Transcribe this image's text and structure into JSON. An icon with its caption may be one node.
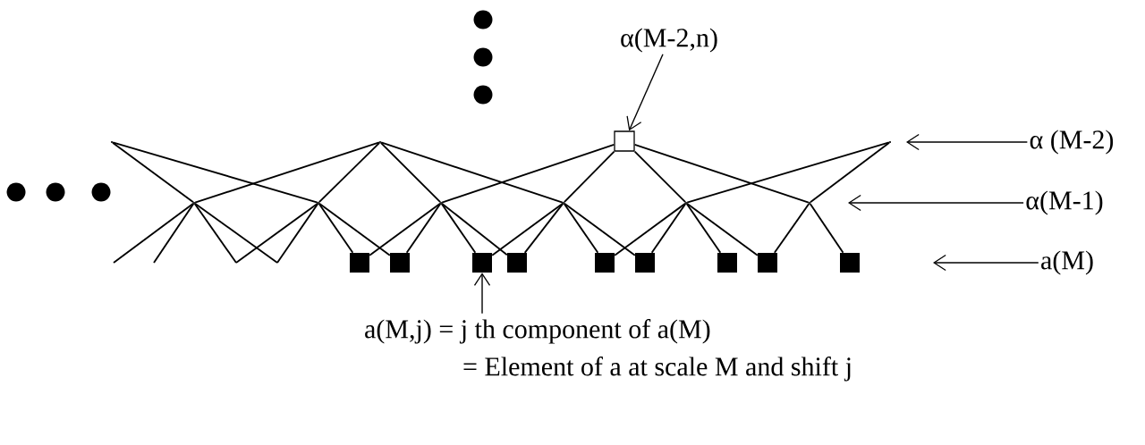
{
  "diagram": {
    "nodes": [
      {
        "text": [
          "α(M-2,n)"
        ]
      },
      {
        "text": [],
        "shape": "point"
      },
      {
        "text": [],
        "shape": "point"
      },
      {
        "text": [],
        "shape": "box"
      },
      {
        "text": [],
        "shape": "point"
      },
      {
        "text": [
          "α (M-2)"
        ]
      },
      {
        "text": [],
        "shape": "point"
      },
      {
        "text": [],
        "shape": "point"
      },
      {
        "text": [],
        "shape": "point"
      },
      {
        "text": [],
        "shape": "point"
      },
      {
        "text": [],
        "shape": "point"
      },
      {
        "text": [],
        "shape": "point"
      },
      {
        "text": [
          "α(M-1)"
        ]
      },
      {
        "text": [],
        "shape": "square"
      },
      {
        "text": [],
        "shape": "square"
      },
      {
        "text": [],
        "shape": "square"
      },
      {
        "text": [],
        "shape": "square"
      },
      {
        "text": [],
        "shape": "square"
      },
      {
        "text": [],
        "shape": "square"
      },
      {
        "text": [],
        "shape": "square"
      },
      {
        "text": [],
        "shape": "square"
      },
      {
        "text": [],
        "shape": "square"
      },
      {
        "text": [
          "a(M)"
        ]
      },
      {
        "text": [
          "a(M,j) = j th component of a(M)",
          "= Element of a at scale M and shift j"
        ]
      }
    ],
    "edges": [
      {
        "from": 0,
        "to": 3,
        "arrow": "to"
      },
      {
        "from": 1,
        "to": 6,
        "arrow": "none"
      },
      {
        "from": 1,
        "to": 7,
        "arrow": "none"
      },
      {
        "from": 2,
        "to": 6,
        "arrow": "none"
      },
      {
        "from": 2,
        "to": 7,
        "arrow": "none"
      },
      {
        "from": 2,
        "to": 8,
        "arrow": "none"
      },
      {
        "from": 2,
        "to": 9,
        "arrow": "none"
      },
      {
        "from": 3,
        "to": 8,
        "arrow": "none"
      },
      {
        "from": 3,
        "to": 9,
        "arrow": "none"
      },
      {
        "from": 3,
        "to": 10,
        "arrow": "none"
      },
      {
        "from": 3,
        "to": 11,
        "arrow": "none"
      },
      {
        "from": 4,
        "to": 10,
        "arrow": "none"
      },
      {
        "from": 4,
        "to": 11,
        "arrow": "none"
      },
      {
        "from": 5,
        "to": null,
        "arrow": "to"
      },
      {
        "from": 6,
        "to": null,
        "arrow": "none"
      },
      {
        "from": 6,
        "to": null,
        "arrow": "none"
      },
      {
        "from": 6,
        "to": null,
        "arrow": "none"
      },
      {
        "from": 6,
        "to": null,
        "arrow": "none"
      },
      {
        "from": 7,
        "to": null,
        "arrow": "none"
      },
      {
        "from": 7,
        "to": null,
        "arrow": "none"
      },
      {
        "from": 7,
        "to": 13,
        "arrow": "none"
      },
      {
        "from": 7,
        "to": 14,
        "arrow": "none"
      },
      {
        "from": 8,
        "to": 13,
        "arrow": "none"
      },
      {
        "from": 8,
        "to": 14,
        "arrow": "none"
      },
      {
        "from": 8,
        "to": 15,
        "arrow": "none"
      },
      {
        "from": 8,
        "to": 16,
        "arrow": "none"
      },
      {
        "from": 9,
        "to": 15,
        "arrow": "none"
      },
      {
        "from": 9,
        "to": 16,
        "arrow": "none"
      },
      {
        "from": 9,
        "to": 17,
        "arrow": "none"
      },
      {
        "from": 9,
        "to": 18,
        "arrow": "none"
      },
      {
        "from": 10,
        "to": 17,
        "arrow": "none"
      },
      {
        "from": 10,
        "to": 18,
        "arrow": "none"
      },
      {
        "from": 10,
        "to": 19,
        "arrow": "none"
      },
      {
        "from": 10,
        "to": 20,
        "arrow": "none"
      },
      {
        "from": 11,
        "to": 20,
        "arrow": "none"
      },
      {
        "from": 11,
        "to": 21,
        "arrow": "none"
      },
      {
        "from": 12,
        "to": null,
        "arrow": "to"
      },
      {
        "from": 22,
        "to": null,
        "arrow": "to"
      },
      {
        "from": 23,
        "to": 15,
        "arrow": "to"
      }
    ]
  }
}
